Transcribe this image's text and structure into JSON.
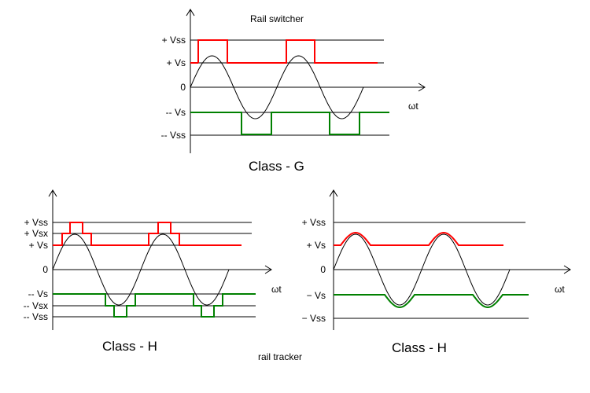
{
  "colors": {
    "positive_rail": "#ff0000",
    "negative_rail": "#008000",
    "trace": "#000000"
  },
  "class_g": {
    "annotation": "Rail switcher",
    "title": "Class - G",
    "labels": {
      "vss_pos": "+ Vss",
      "vs_pos": "+  Vs",
      "zero": "0",
      "vs_neg": "--  Vs",
      "vss_neg": "-- Vss",
      "x_axis": "ωt"
    }
  },
  "class_h_left": {
    "title": "Class - H",
    "labels": {
      "vss_pos": "+ Vss",
      "vsx_pos": "+ Vsx",
      "vs_pos": "+  Vs",
      "zero": "0",
      "vs_neg": "--  Vs",
      "vsx_neg": "-- Vsx",
      "vss_neg": "-- Vss",
      "x_axis": "ωt"
    }
  },
  "class_h_right": {
    "title": "Class - H",
    "labels": {
      "vss_pos": "+ Vss",
      "vs_pos": "+  Vs",
      "zero": "0",
      "vs_neg": "−  Vs",
      "vss_neg": "− Vss",
      "x_axis": "ωt"
    }
  },
  "caption": "rail tracker"
}
